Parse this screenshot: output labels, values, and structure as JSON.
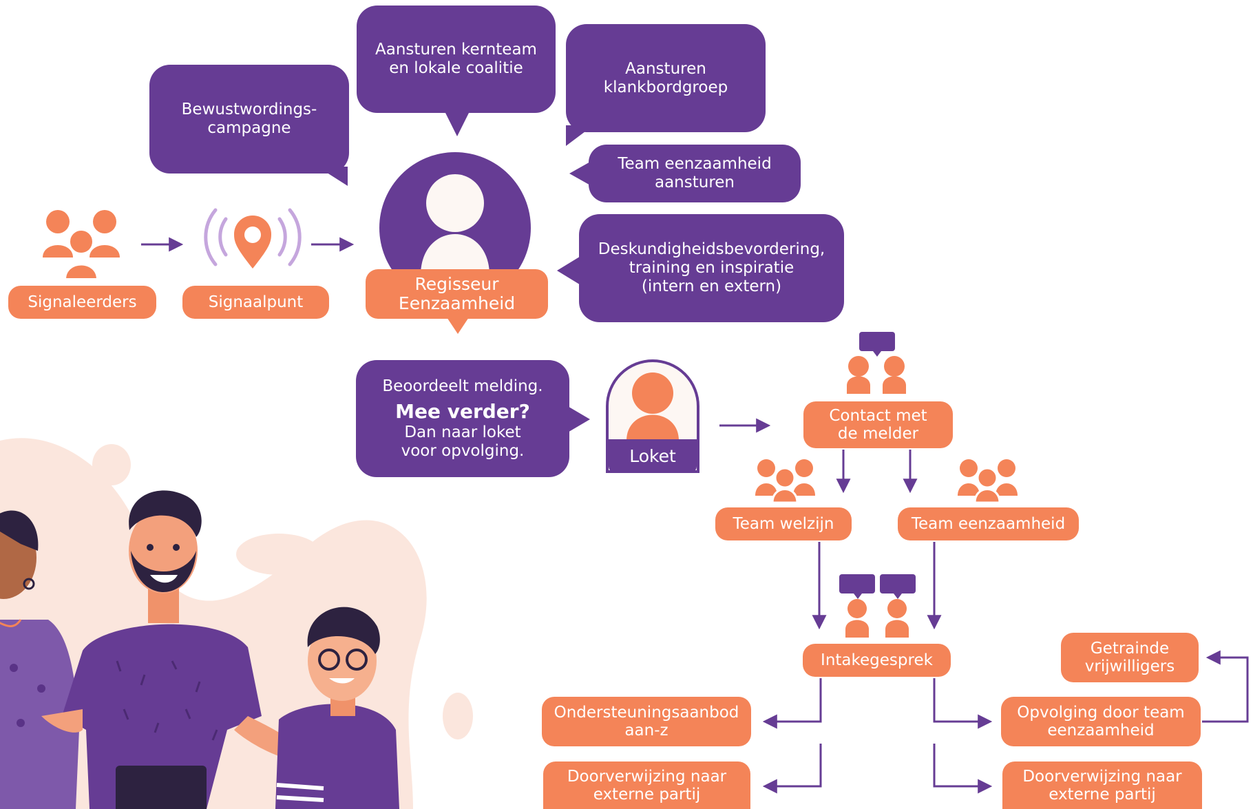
{
  "colors": {
    "purple": "#663c94",
    "orange": "#f48458",
    "arrow": "#663c94",
    "skin_bg": "#fbe6dd"
  },
  "bubbles": {
    "campagne": [
      "Bewustwordings-",
      "campagne"
    ],
    "kernteam": [
      "Aansturen kernteam",
      "en lokale coalitie"
    ],
    "klankbord": [
      "Aansturen",
      "klankbordgroep"
    ],
    "team_aansturen": [
      "Team eenzaamheid",
      "aansturen"
    ],
    "deskundigheid": [
      "Deskundigheidsbevordering,",
      "training en inspiratie",
      "(intern en extern)"
    ],
    "beoordeelt": {
      "line1": "Beoordeelt melding.",
      "line2": "Mee verder?",
      "line3": "Dan naar loket",
      "line4": "voor opvolging."
    }
  },
  "labels": {
    "signaleerders": "Signaleerders",
    "signaalpunt": "Signaalpunt",
    "regisseur": [
      "Regisseur",
      "Eenzaamheid"
    ],
    "loket": "Loket",
    "contact": [
      "Contact met",
      "de melder"
    ],
    "team_welzijn": "Team welzijn",
    "team_eenzaamheid": "Team eenzaamheid",
    "intakegesprek": "Intakegesprek",
    "ondersteuning": [
      "Ondersteuningsaanbod",
      "aan-z"
    ],
    "doorverwijzing_links": [
      "Doorverwijzing naar",
      "externe partij"
    ],
    "getrainde": [
      "Getrainde",
      "vrijwilligers"
    ],
    "opvolging": [
      "Opvolging door team",
      "eenzaamheid"
    ],
    "doorverwijzing_rechts": [
      "Doorverwijzing naar",
      "externe partij"
    ]
  },
  "icons": [
    "group-icon",
    "location-signal-icon",
    "person-icon",
    "chat-icon",
    "illustration-people"
  ]
}
